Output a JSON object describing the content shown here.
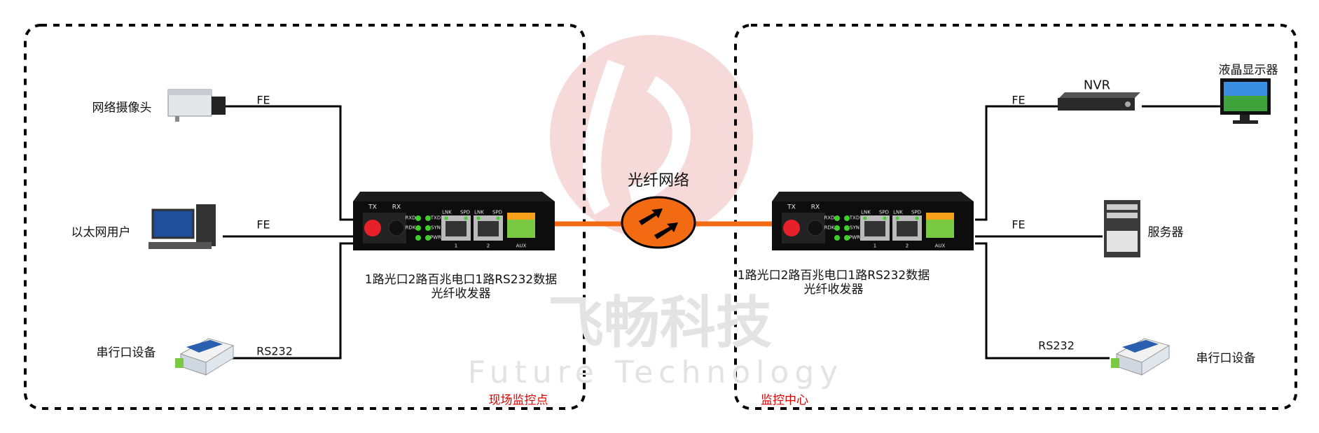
{
  "watermark": {
    "brand_cn": "飞畅科技",
    "brand_en": "Future Technology"
  },
  "network": {
    "label": "光纤网络",
    "color": "#f26a12"
  },
  "left_site": {
    "zone_label": "现场监控点",
    "devices": [
      {
        "name": "网络摄像头",
        "link": "FE"
      },
      {
        "name": "以太网用户",
        "link": "FE"
      },
      {
        "name": "串行口设备",
        "link": "RS232"
      }
    ],
    "converter": {
      "caption_line1": "1路光口2路百兆电口1路RS232数据",
      "caption_line2": "光纤收发器",
      "ports": {
        "tx": "TX",
        "rx": "RX",
        "leds": [
          "RXD",
          "TXD",
          "RDK",
          "SYN",
          "",
          "PWR"
        ],
        "lnk": "LNK",
        "spd": "SPD",
        "port1": "1",
        "port2": "2",
        "aux": "AUX"
      }
    }
  },
  "right_site": {
    "zone_label": "监控中心",
    "devices": [
      {
        "name": "NVR",
        "link": "FE"
      },
      {
        "name": "液晶显示器",
        "link": ""
      },
      {
        "name": "服务器",
        "link": "FE"
      },
      {
        "name": "串行口设备",
        "link": "RS232"
      }
    ],
    "converter": {
      "caption_line1": "1路光口2路百兆电口1路RS232数据",
      "caption_line2": "光纤收发器"
    }
  },
  "colors": {
    "zone_label": "#e00000",
    "fiber": "#f26a12",
    "led": "#3fcf2a",
    "fc_connector": "#e8202a",
    "terminal": "#7ac943"
  }
}
